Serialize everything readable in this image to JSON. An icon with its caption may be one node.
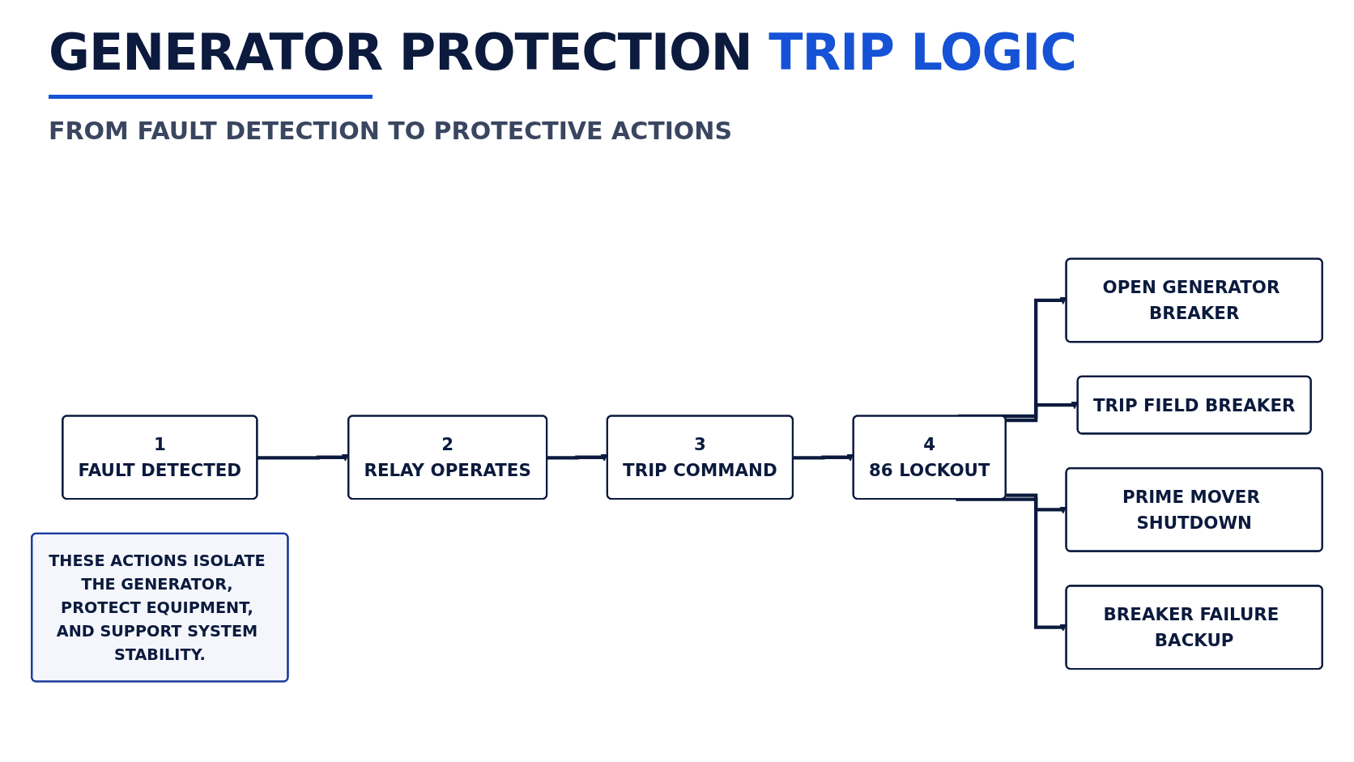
{
  "diagram": {
    "title": "GENERATOR PROTECTION TRIP LOGIC",
    "nodes": [
      {
        "text": [
          "1",
          "FAULT DETECTED"
        ]
      },
      {
        "text": [
          "2",
          "RELAY OPERATES"
        ]
      },
      {
        "text": [
          "3",
          "TRIP COMMAND"
        ]
      },
      {
        "text": [
          "4",
          "86 LOCKOUT"
        ]
      },
      {
        "text": [
          "OPEN GENERATOR BREAKER"
        ]
      },
      {
        "text": [
          "TRIP FIELD BREAKER"
        ]
      },
      {
        "text": [
          "PRIME MOVER SHUTDOWN"
        ]
      },
      {
        "text": [
          "BREAKER FAILURE BACKUP"
        ]
      },
      {
        "text": [
          "THESE ACTIONS ISOLATE THE GENERATOR, PROTECT EQUIPMENT, AND SUPPORT SYSTEM STABILITY."
        ]
      }
    ],
    "edges": [
      {
        "from": 0,
        "to": 1,
        "arrow": "to"
      },
      {
        "from": 1,
        "to": 2,
        "arrow": "to"
      },
      {
        "from": 2,
        "to": 3,
        "arrow": "to"
      },
      {
        "from": 3,
        "to": 4,
        "arrow": "to"
      },
      {
        "from": 3,
        "to": 5,
        "arrow": "to"
      },
      {
        "from": 3,
        "to": 6,
        "arrow": "to"
      },
      {
        "from": 3,
        "to": 7,
        "arrow": "to"
      }
    ],
    "labels": [
      "FROM FAULT DETECTION TO PROTECTIVE ACTIONS"
    ]
  }
}
